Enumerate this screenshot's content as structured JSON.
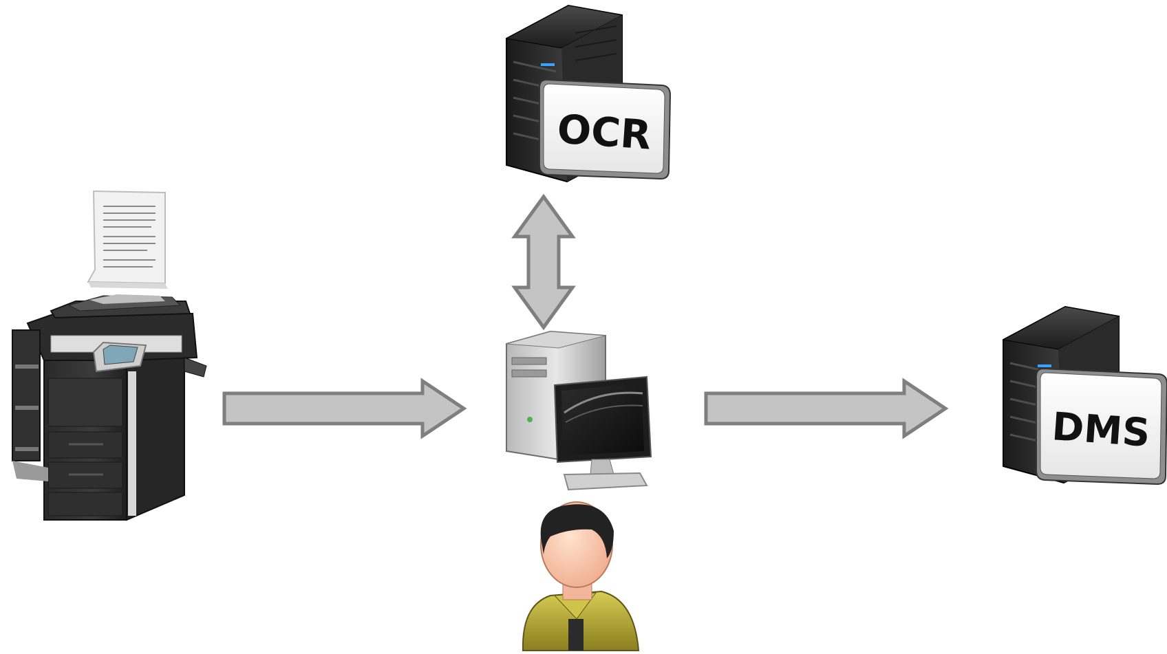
{
  "diagram": {
    "nodes": {
      "mfp": {
        "name": "multifunction-printer",
        "icon": "printer-scanner-icon"
      },
      "ocr_server": {
        "name": "ocr-server",
        "icon": "server-icon",
        "label": "OCR"
      },
      "workstation": {
        "name": "workstation",
        "icon": "desktop-computer-icon"
      },
      "user": {
        "name": "user",
        "icon": "user-icon"
      },
      "dms_server": {
        "name": "dms-server",
        "icon": "server-icon",
        "label": "DMS"
      }
    },
    "edges": [
      {
        "from": "mfp",
        "to": "workstation",
        "direction": "forward"
      },
      {
        "from": "workstation",
        "to": "ocr_server",
        "direction": "bidirectional"
      },
      {
        "from": "workstation",
        "to": "dms_server",
        "direction": "forward"
      }
    ],
    "colors": {
      "arrow_fill": "#c4c4c4",
      "arrow_stroke": "#7f7f7f",
      "background": "#ffffff"
    }
  }
}
